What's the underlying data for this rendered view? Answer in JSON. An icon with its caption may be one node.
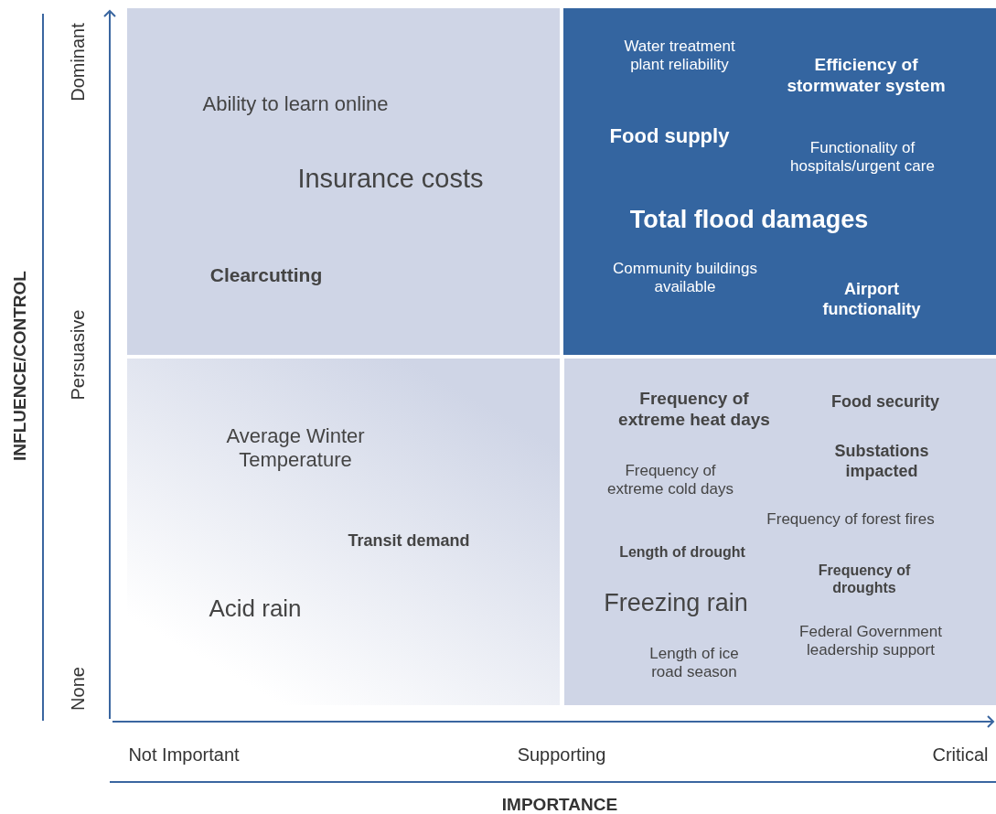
{
  "diagram": {
    "nodes": [
      {
        "text": [
          "Ability to learn online",
          "Insurance costs",
          "Clearcutting"
        ]
      },
      {
        "text": [
          "Water treatment plant reliability",
          "Efficiency of stormwater system",
          "Food supply",
          "Functionality of hospitals/urgent care",
          "Total flood damages",
          "Community buildings available",
          "Airport functionality"
        ]
      },
      {
        "text": [
          "Average Winter Temperature",
          "Transit demand",
          "Acid rain"
        ]
      },
      {
        "text": [
          "Frequency of extreme heat days",
          "Food security",
          "Substations impacted",
          "Frequency of extreme cold days",
          "Frequency of forest fires",
          "Length of drought",
          "Frequency of droughts",
          "Freezing rain",
          "Federal Government leadership support",
          "Length of ice road season"
        ]
      }
    ],
    "edges": [],
    "labels": [
      "INFLUENCE/CONTROL",
      "Dominant",
      "Persuasive",
      "None",
      "Not Important",
      "Supporting",
      "Critical",
      "IMPORTANCE"
    ]
  }
}
